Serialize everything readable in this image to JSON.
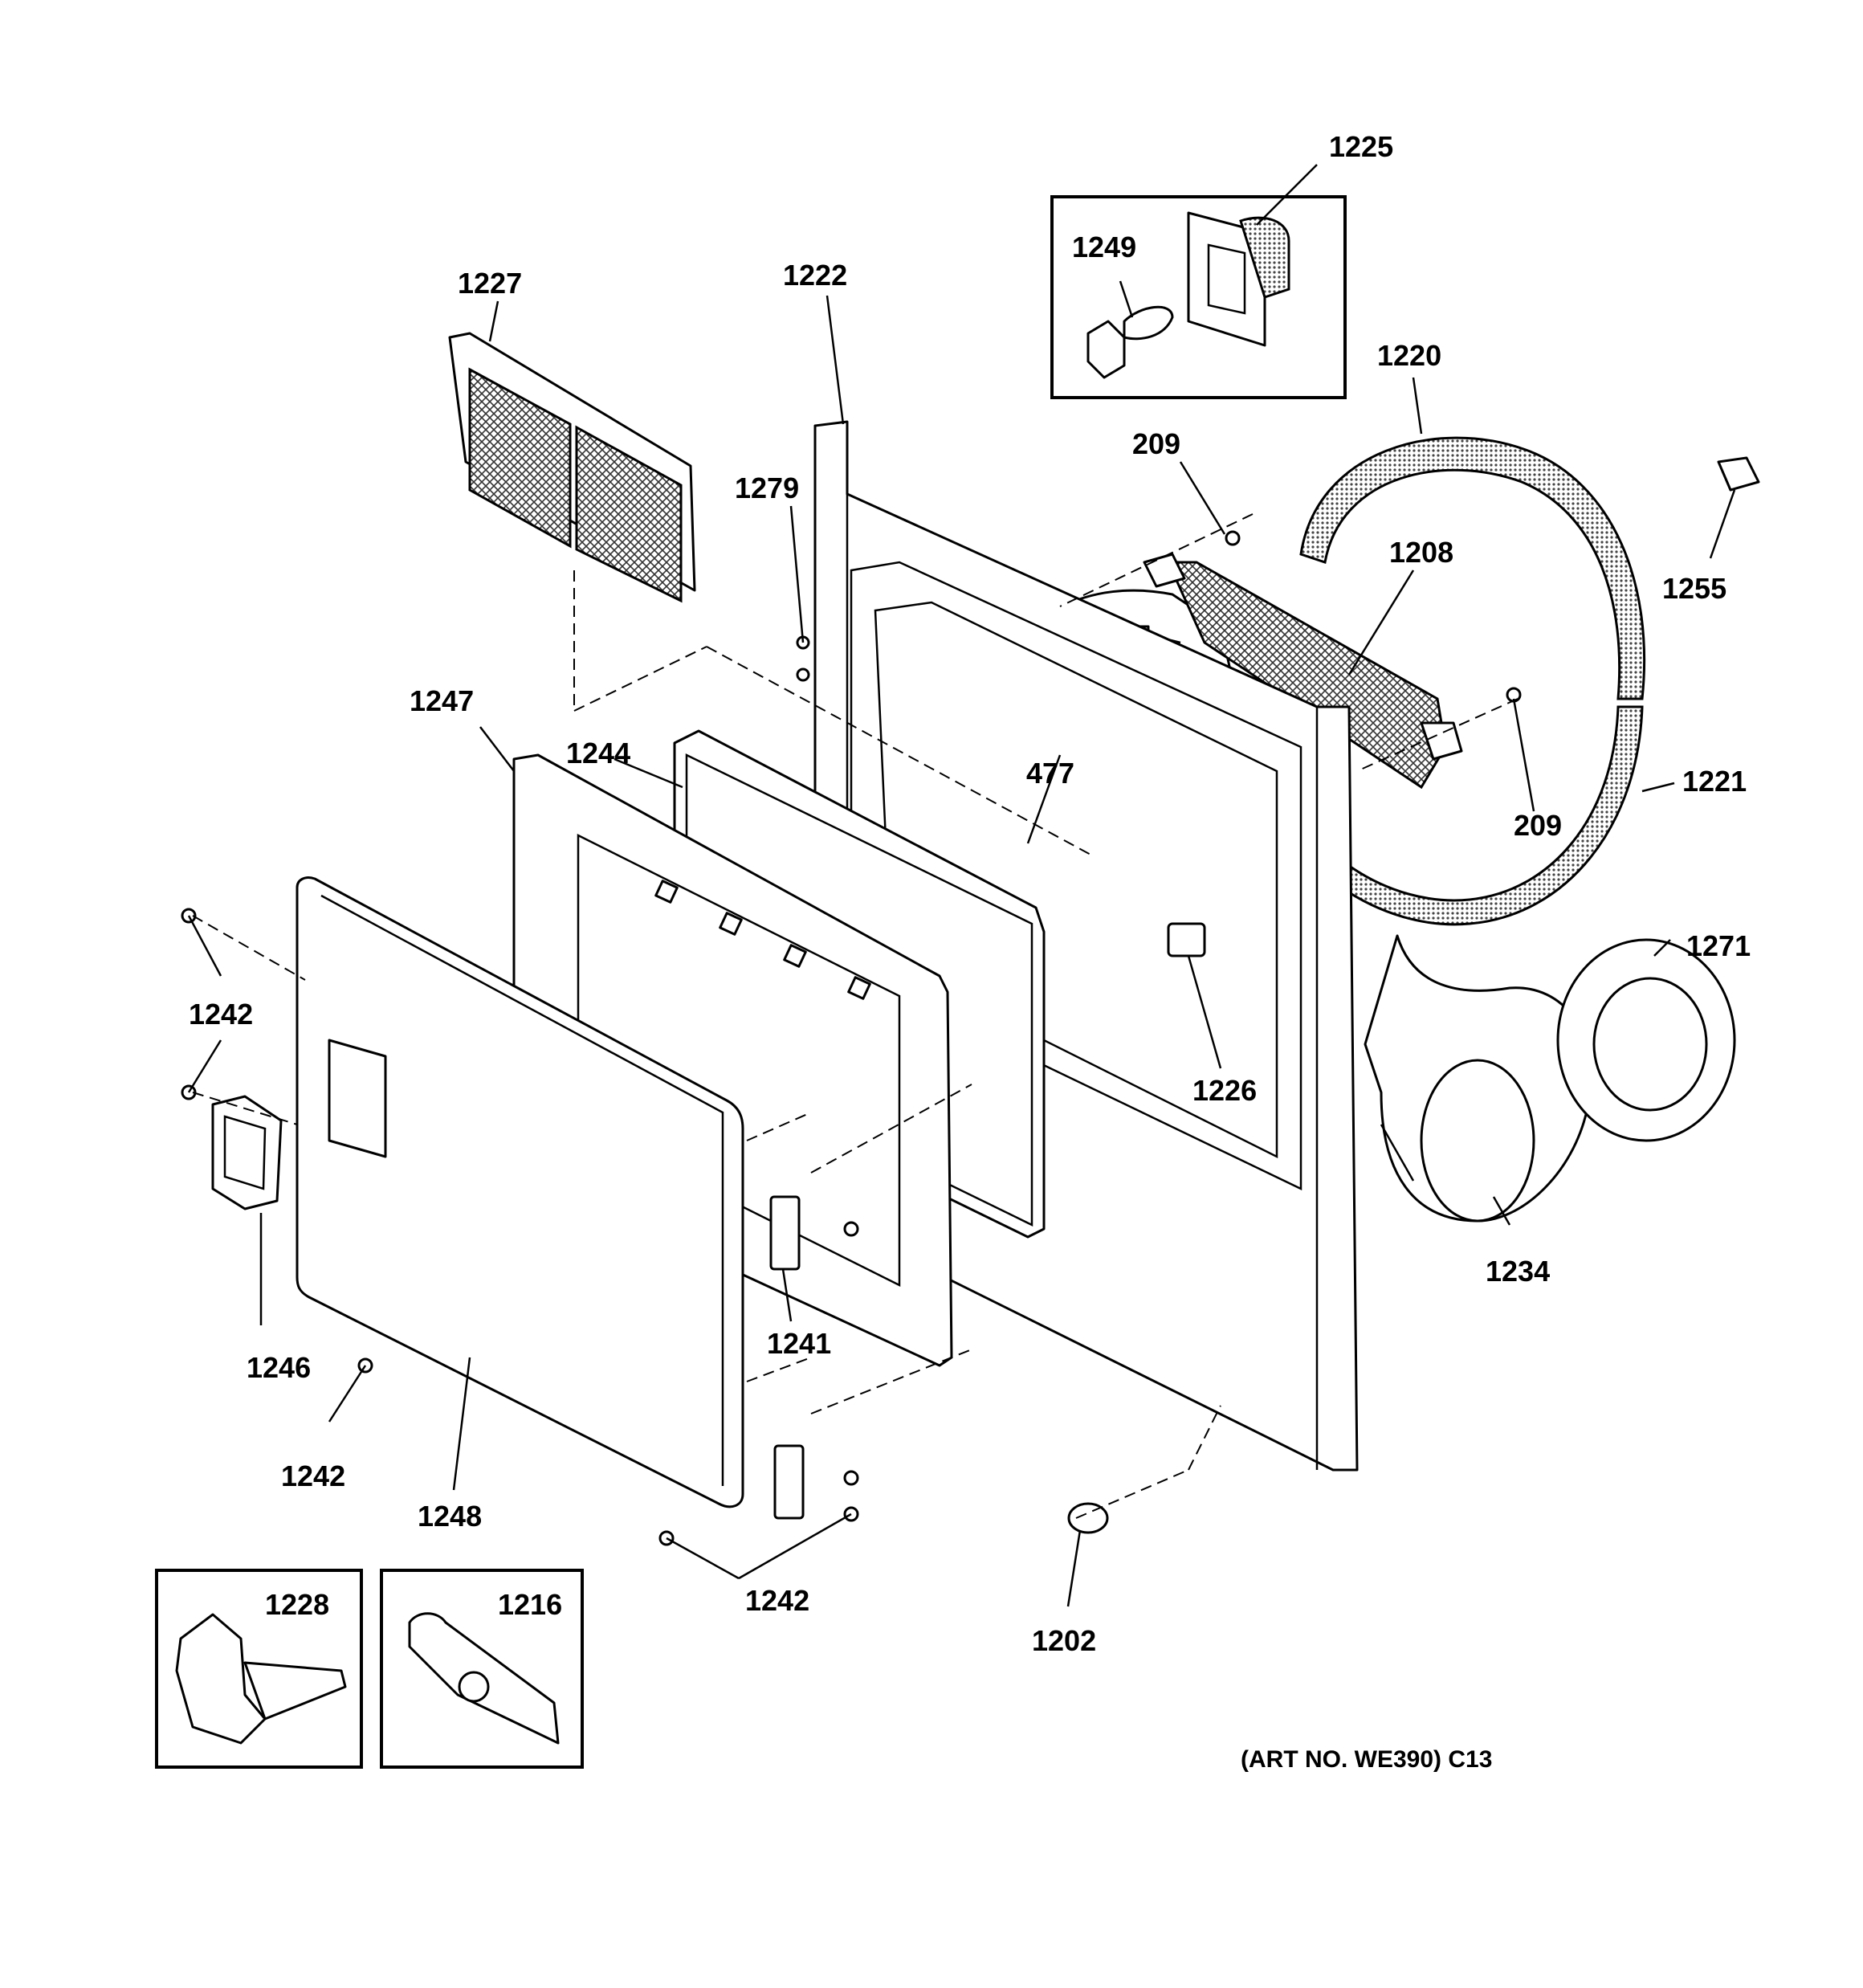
{
  "labels": {
    "p1225": "1225",
    "p1249": "1249",
    "p1227": "1227",
    "p1222": "1222",
    "p1220": "1220",
    "p209a": "209",
    "p1279": "1279",
    "p1208": "1208",
    "p1255": "1255",
    "p1247": "1247",
    "p1244": "1244",
    "p477": "477",
    "p1221": "1221",
    "p209b": "209",
    "p1271": "1271",
    "p1242a": "1242",
    "p1226": "1226",
    "p1234": "1234",
    "p1241": "1241",
    "p1246": "1246",
    "p1242b": "1242",
    "p1248": "1248",
    "p1242c": "1242",
    "p1202": "1202",
    "p1228": "1228",
    "p1216": "1216"
  },
  "footer": {
    "art_no": "(ART NO. WE390) C13"
  }
}
